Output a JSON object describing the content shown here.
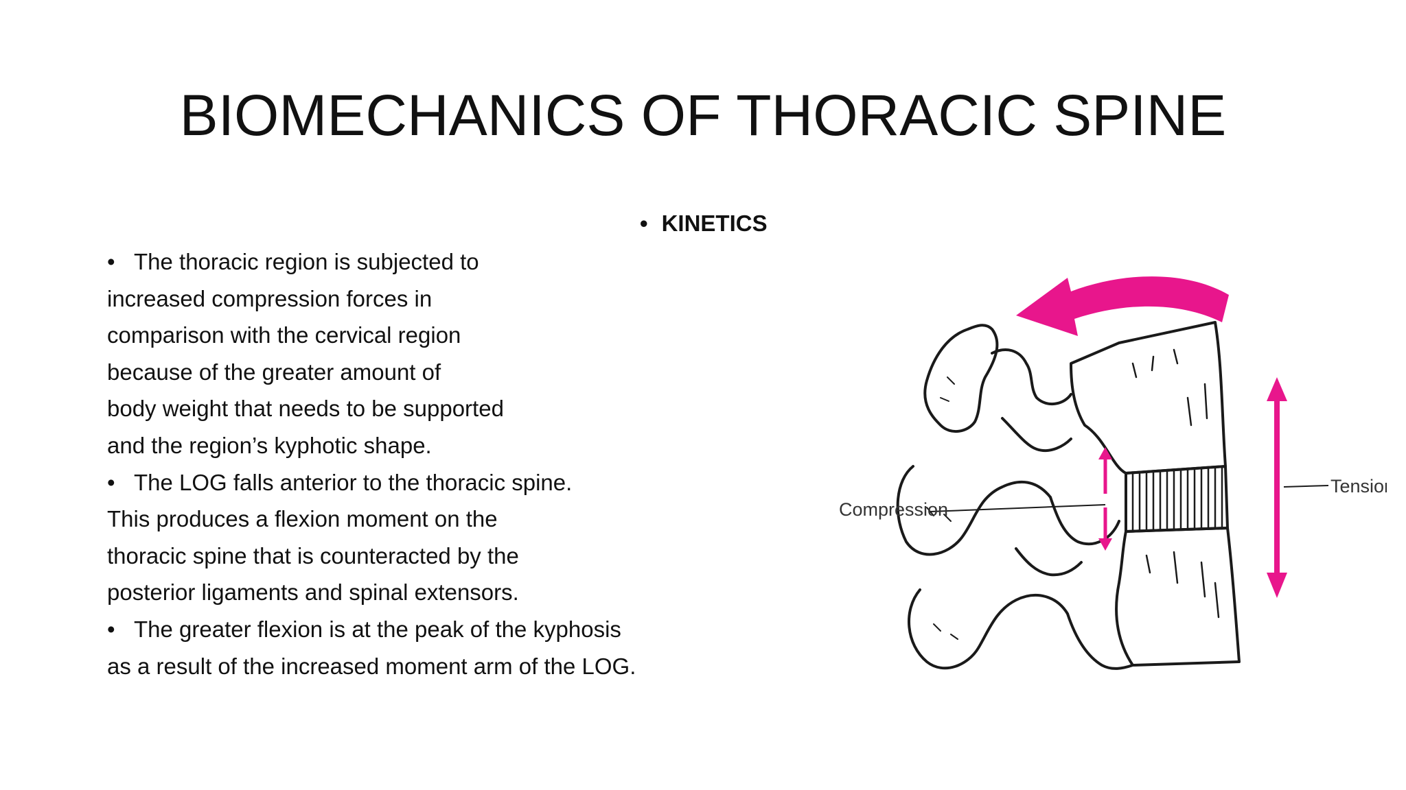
{
  "slide": {
    "title": "BIOMECHANICS OF THORACIC SPINE",
    "subheading": {
      "bullet": "•",
      "label": "KINETICS"
    },
    "body_lines": [
      {
        "bullet": "•",
        "text": "The thoracic region is subjected  to"
      },
      {
        "bullet": "",
        "text": "increased compression forces in"
      },
      {
        "bullet": "",
        "text": "comparison with the cervical region"
      },
      {
        "bullet": "",
        "text": "because of the greater amount of"
      },
      {
        "bullet": "",
        "text": "body weight that needs to be supported"
      },
      {
        "bullet": "",
        "text": "and the region’s kyphotic shape."
      },
      {
        "bullet": "•",
        "text": "The LOG falls anterior to the thoracic spine."
      },
      {
        "bullet": "",
        "text": "This produces a flexion moment on the"
      },
      {
        "bullet": "",
        "text": "thoracic spine that is counteracted by the"
      },
      {
        "bullet": "",
        "text": "posterior ligaments and spinal extensors."
      },
      {
        "bullet": "•",
        "text": "The greater flexion is at the peak of the kyphosis"
      },
      {
        "bullet": "",
        "text": "as a result of the increased moment arm of the LOG."
      }
    ]
  },
  "figure": {
    "labels": {
      "compression": "Compression",
      "tension": "Tension"
    },
    "colors": {
      "arrow": "#e8168c",
      "line": "#1a1a1a"
    }
  }
}
